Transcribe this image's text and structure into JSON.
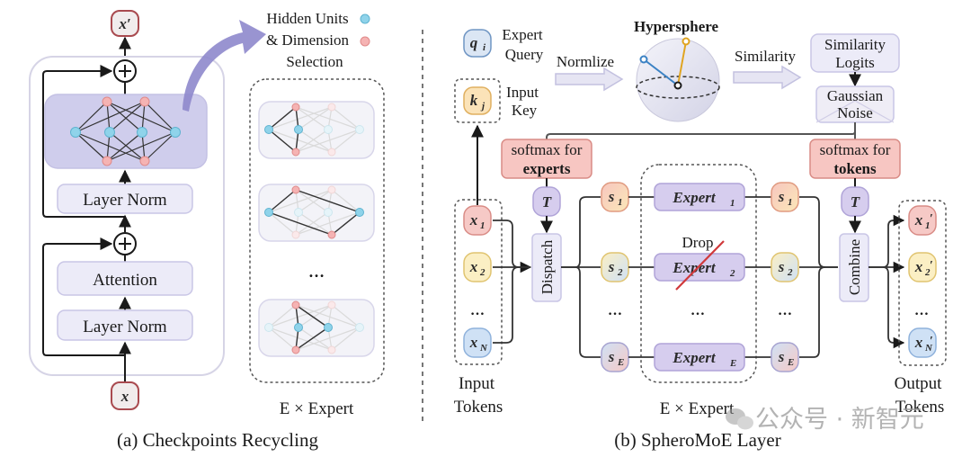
{
  "figure": {
    "panel_a": {
      "caption": "(a) Checkpoints Recycling",
      "output_node": "x′",
      "input_node": "x",
      "blocks": {
        "layer_norm_top": "Layer Norm",
        "attention": "Attention",
        "layer_norm_bottom": "Layer Norm"
      },
      "residual_add_symbol": "+",
      "legend": {
        "line1": "Hidden Units",
        "line2": "& Dimension",
        "line3": "Selection",
        "hidden_unit_color": "#8fd3ea",
        "dimension_color": "#f5b3b3"
      },
      "experts_ellipsis": "…",
      "experts_label": "E × Expert"
    },
    "panel_b": {
      "caption": "(b) SpheroMoE Layer",
      "expert_query": {
        "symbol": "q",
        "sub": "i",
        "label_line1": "Expert",
        "label_line2": "Query"
      },
      "input_key": {
        "symbol": "k",
        "sub": "j",
        "label_line1": "Input",
        "label_line2": "Key"
      },
      "normalize_label": "Normlize",
      "hypersphere_label": "Hypersphere",
      "similarity_label": "Similarity",
      "similarity_logits": {
        "line1": "Similarity",
        "line2": "Logits"
      },
      "gaussian_noise": {
        "line1": "Gaussian",
        "line2": "Noise"
      },
      "softmax_experts": {
        "line1": "softmax for",
        "line2": "experts"
      },
      "softmax_tokens": {
        "line1": "softmax for",
        "line2": "tokens"
      },
      "temperature_symbol": "T",
      "dispatch_label": "Dispatch",
      "combine_label": "Combine",
      "drop_label": "Drop",
      "ellipsis": "…",
      "input_tokens": [
        {
          "symbol": "x",
          "sub": "1",
          "color": "#f6c9c6"
        },
        {
          "symbol": "x",
          "sub": "2",
          "color": "#fbefc4"
        },
        {
          "symbol": "x",
          "sub": "N",
          "color": "#cfe1f5"
        }
      ],
      "scores_left": [
        {
          "symbol": "s",
          "sub": "1"
        },
        {
          "symbol": "s",
          "sub": "2"
        },
        {
          "symbol": "s",
          "sub": "E"
        }
      ],
      "experts": [
        {
          "name": "Expert",
          "sub": "1",
          "dropped": false
        },
        {
          "name": "Expert",
          "sub": "2",
          "dropped": true
        },
        {
          "name": "Expert",
          "sub": "E",
          "dropped": false
        }
      ],
      "scores_right": [
        {
          "symbol": "s",
          "sub": "1"
        },
        {
          "symbol": "s",
          "sub": "2"
        },
        {
          "symbol": "s",
          "sub": "E"
        }
      ],
      "output_tokens": [
        {
          "symbol": "x",
          "sub": "1",
          "prime": "′"
        },
        {
          "symbol": "x",
          "sub": "2",
          "prime": "′"
        },
        {
          "symbol": "x",
          "sub": "N",
          "prime": "′"
        }
      ],
      "input_tokens_label": {
        "line1": "Input",
        "line2": "Tokens"
      },
      "output_tokens_label": {
        "line1": "Output",
        "line2": "Tokens"
      },
      "experts_label": "E × Expert"
    },
    "colors": {
      "block_fill": "#ecebf8",
      "block_stroke": "#c9c6e6",
      "ffn_fill": "#cfcdec",
      "purple_node": "#d6cdee",
      "softmax_fill": "#f7c6c2",
      "softmax_stroke": "#d98c86",
      "arrow_purple": "#8e88cc",
      "drop_line": "#d0393b",
      "query_line": "#3b82c4",
      "key_line": "#e0a420"
    },
    "watermark": "公众号 · 新智元"
  }
}
